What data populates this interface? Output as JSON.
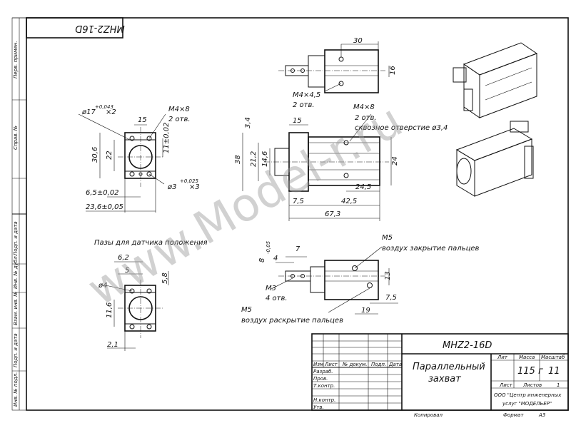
{
  "stamp": {
    "code": "MHZ2-16D"
  },
  "side_labels": [
    "Перв. примен.",
    "Справ. №",
    "Подп. и дата",
    "Инв. № дубл.",
    "Взам. инв. №",
    "Подп. и дата",
    "Инв. № подл."
  ],
  "view_front": {
    "d17": "ø17",
    "d17_tol": "+0,043",
    "d17_mult": "×2",
    "m4x8": "M4×8",
    "m4x8_cnt": "2 отв.",
    "w15": "15",
    "h306": "30,6",
    "h22": "22",
    "h11": "11±0,02",
    "d3": "ø3",
    "d3_tol": "+0,025",
    "d3_mult": "×3",
    "w65": "6,5±0,02",
    "w236": "23,6±0,05"
  },
  "view_top": {
    "w30": "30",
    "h16": "16",
    "m4x45": "M4×4,5",
    "m4x45_cnt": "2 отв."
  },
  "view_side": {
    "h34": "3,4",
    "w15": "15",
    "m4x8": "M4×8",
    "m4x8_cnt": "2 отв.",
    "through": "сквозное отверстие ø3,4",
    "h38": "38",
    "h212": "21,2",
    "h146": "14,6",
    "h24": "24",
    "w245": "24,5",
    "w425": "42,5",
    "w75": "7,5",
    "w673": "67,3"
  },
  "view_slots": {
    "title": "Пазы для датчика положения",
    "w62": "6,2",
    "w5": "5",
    "h58": "5,8",
    "d4": "ø4",
    "h116": "11,6",
    "w21": "2,1"
  },
  "view_bottom": {
    "m5_close": "M5",
    "close_text": "воздух закрытие пальцев",
    "w7": "7",
    "w4": "4",
    "h8": "8",
    "h8_tol": "-0,05",
    "m3": "M3",
    "m3_cnt": "4 отв.",
    "h13": "13",
    "w75": "7,5",
    "w19": "19",
    "m5_open": "M5",
    "open_text": "воздух раскрытие пальцев"
  },
  "title_block": {
    "code": "MHZ2-16D",
    "name_line1": "Параллельный",
    "name_line2": "захват",
    "col_lit": "Лит",
    "col_mass": "Масса",
    "col_scale": "Масштаб",
    "mass": "115 г",
    "scale": "11",
    "sheet": "Лист",
    "sheets": "Листов",
    "sheets_val": "1",
    "org_line1": "ООО \"Центр инженерных",
    "org_line2": "услуг \"МОДЕЛЬЕР\"",
    "row_labels": [
      "Изм",
      "Лист",
      "№ докум.",
      "Подп.",
      "Дата"
    ],
    "roles": [
      "Разраб.",
      "Пров.",
      "Т.контр.",
      "Н.контр.",
      "Утв."
    ],
    "copied": "Копировал",
    "format_label": "Формат",
    "format_val": "А3"
  },
  "watermark": "www.Model-r.ru"
}
